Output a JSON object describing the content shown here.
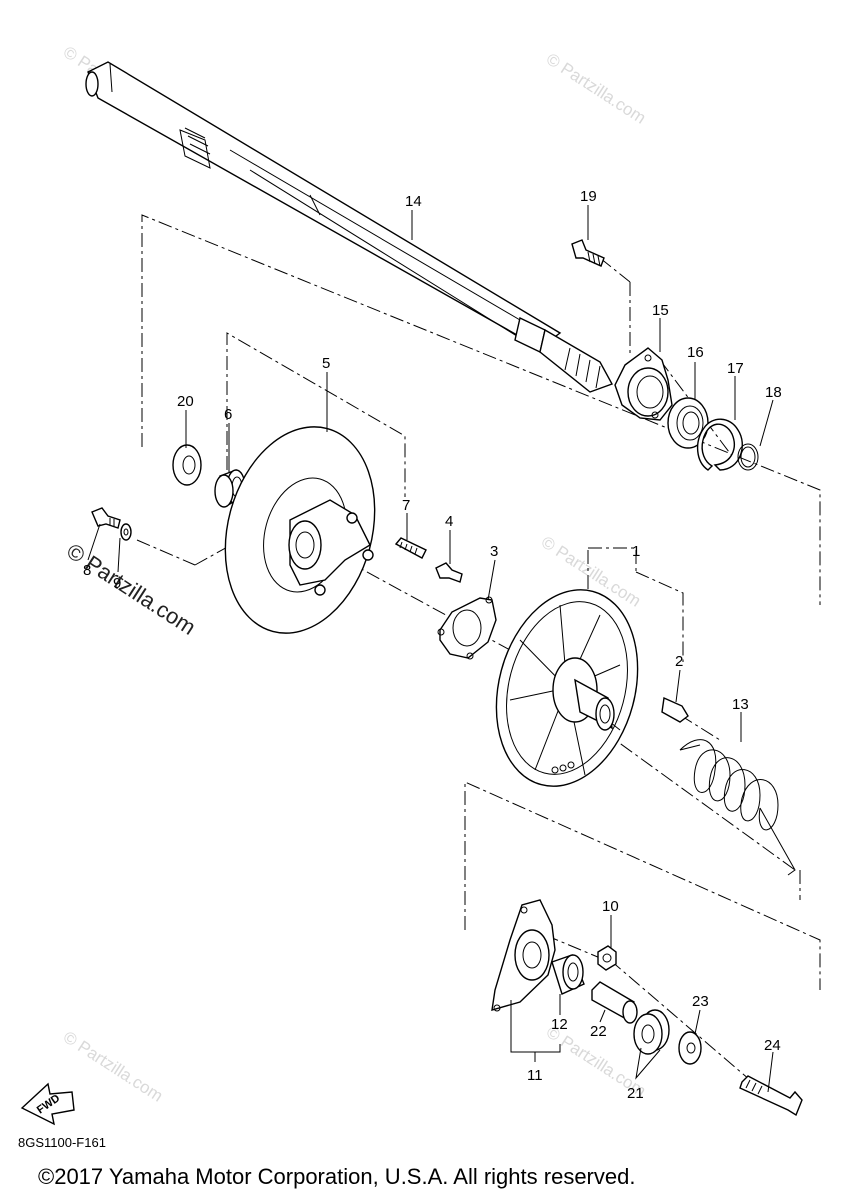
{
  "callouts": [
    {
      "id": "c1",
      "label": "1"
    },
    {
      "id": "c2",
      "label": "2"
    },
    {
      "id": "c3",
      "label": "3"
    },
    {
      "id": "c4",
      "label": "4"
    },
    {
      "id": "c5",
      "label": "5"
    },
    {
      "id": "c6",
      "label": "6"
    },
    {
      "id": "c7",
      "label": "7"
    },
    {
      "id": "c8",
      "label": "8"
    },
    {
      "id": "c9",
      "label": "9"
    },
    {
      "id": "c10",
      "label": "10"
    },
    {
      "id": "c11",
      "label": "11"
    },
    {
      "id": "c12",
      "label": "12"
    },
    {
      "id": "c13",
      "label": "13"
    },
    {
      "id": "c14",
      "label": "14"
    },
    {
      "id": "c15",
      "label": "15"
    },
    {
      "id": "c16",
      "label": "16"
    },
    {
      "id": "c17",
      "label": "17"
    },
    {
      "id": "c18",
      "label": "18"
    },
    {
      "id": "c19",
      "label": "19"
    },
    {
      "id": "c20",
      "label": "20"
    },
    {
      "id": "c21",
      "label": "21"
    },
    {
      "id": "c22",
      "label": "22"
    },
    {
      "id": "c23",
      "label": "23"
    },
    {
      "id": "c24",
      "label": "24"
    }
  ],
  "fwd_label": "FWD",
  "diagram_code": "8GS1100-F161",
  "copyright": "©2017 Yamaha Motor Corporation, U.S.A. All rights reserved.",
  "watermark": "© Partzilla.com",
  "colors": {
    "line": "#000000",
    "watermark": "#d9d9d9",
    "background": "#ffffff"
  }
}
